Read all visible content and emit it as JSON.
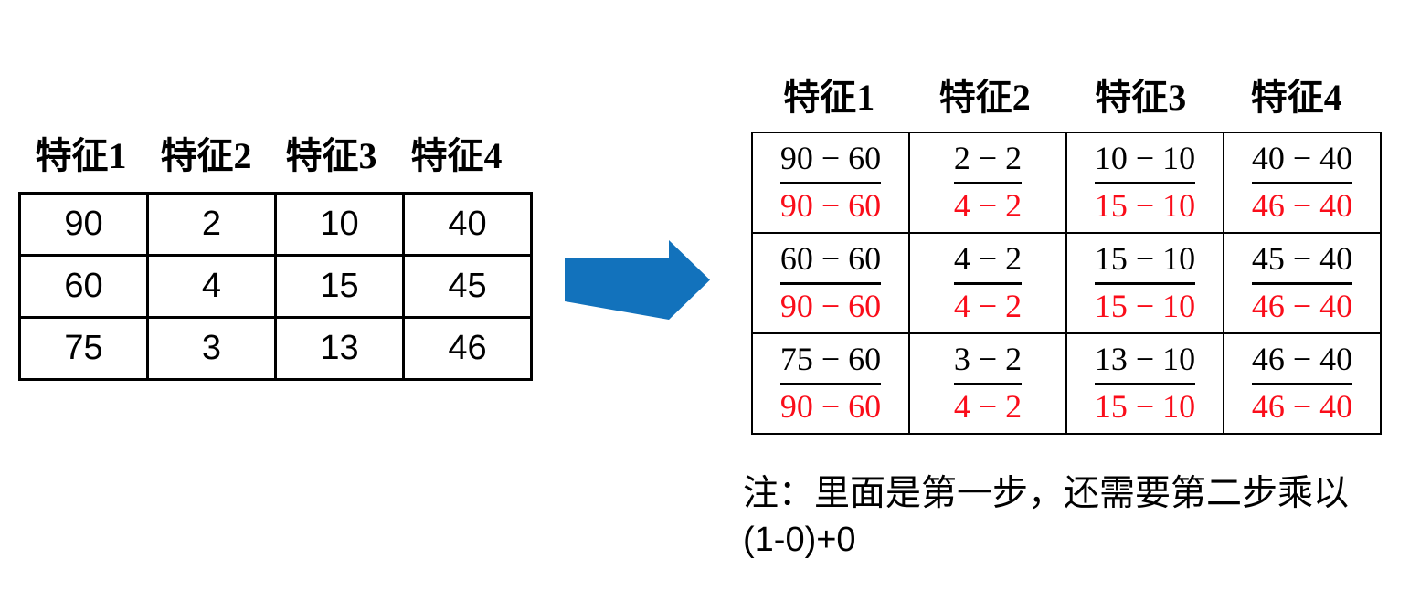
{
  "colors": {
    "background": "#ffffff",
    "text": "#000000",
    "denominator_red": "#fa0d1a",
    "arrow_blue": "#1272bc",
    "border": "#000000"
  },
  "left_table": {
    "headers": [
      "特征1",
      "特征2",
      "特征3",
      "特征4"
    ],
    "rows": [
      [
        "90",
        "2",
        "10",
        "40"
      ],
      [
        "60",
        "4",
        "15",
        "45"
      ],
      [
        "75",
        "3",
        "13",
        "46"
      ]
    ]
  },
  "arrow": {
    "direction": "right"
  },
  "right_table": {
    "headers": [
      "特征1",
      "特征2",
      "特征3",
      "特征4"
    ],
    "rows": [
      [
        {
          "num": "90 − 60",
          "den": "90 − 60"
        },
        {
          "num": "2 − 2",
          "den": "4 − 2"
        },
        {
          "num": "10 − 10",
          "den": "15 − 10"
        },
        {
          "num": "40 − 40",
          "den": "46 − 40"
        }
      ],
      [
        {
          "num": "60 − 60",
          "den": "90 − 60"
        },
        {
          "num": "4 − 2",
          "den": "4 − 2"
        },
        {
          "num": "15 − 10",
          "den": "15 − 10"
        },
        {
          "num": "45 − 40",
          "den": "46 − 40"
        }
      ],
      [
        {
          "num": "75 − 60",
          "den": "90 − 60"
        },
        {
          "num": "3 − 2",
          "den": "4 − 2"
        },
        {
          "num": "13 − 10",
          "den": "15 − 10"
        },
        {
          "num": "46 − 40",
          "den": "46 − 40"
        }
      ]
    ]
  },
  "note": {
    "line1": "注：里面是第一步，还需要第二步乘以",
    "line2": "(1-0)+0"
  }
}
